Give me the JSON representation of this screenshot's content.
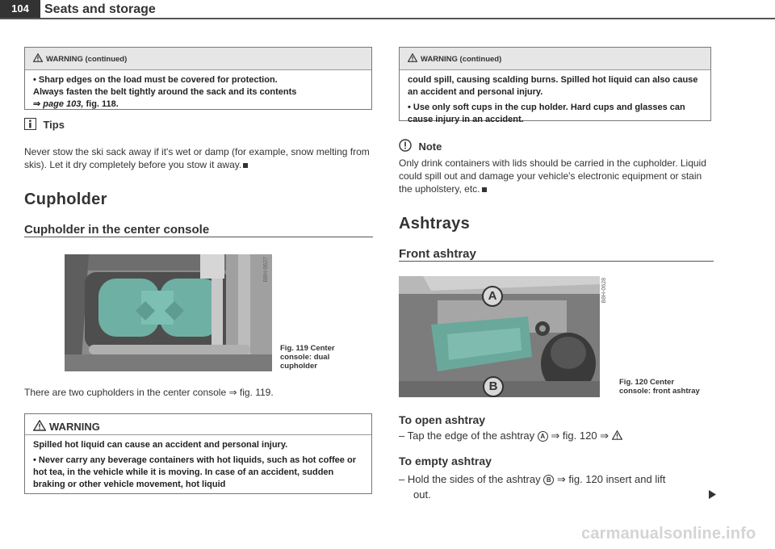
{
  "header": {
    "page_number": "104",
    "section_title": "Seats and storage"
  },
  "left": {
    "warning_cont": {
      "title": "WARNING (continued)",
      "line1": "• Sharp edges on the load must be covered for protection.",
      "line2": "Always fasten the belt tightly around the sack and its contents",
      "line3_arrow": "⇒",
      "line3_ref": "page 103,",
      "line3_fig": "fig. 118."
    },
    "tips": {
      "heading": "Tips",
      "text": "Never stow the ski sack away if it's wet or damp (for example, snow melting from skis). Let it dry completely before you stow it away."
    },
    "cupholder": {
      "heading": "Cupholder",
      "subheading": "Cupholder in the center console",
      "fig_code": "B8H-0627",
      "fig_caption_1": "Fig. 119  Center",
      "fig_caption_2": "console: dual",
      "fig_caption_3": "cupholder",
      "text": "There are two cupholders in the center console ⇒ fig. 119."
    },
    "warning": {
      "title": "WARNING",
      "line1": "Spilled hot liquid can cause an accident and personal injury.",
      "line2": "• Never carry any beverage containers with hot liquids, such as hot coffee or hot tea, in the vehicle while it is moving. In case of an accident, sudden braking or other vehicle movement, hot liquid"
    }
  },
  "right": {
    "warning_cont": {
      "title": "WARNING (continued)",
      "line1": "could spill, causing scalding burns. Spilled hot liquid can also cause an accident and personal injury.",
      "line2": "• Use only soft cups in the cup holder. Hard cups and glasses can cause injury in an accident."
    },
    "note": {
      "heading": "Note",
      "text": "Only drink containers with lids should be carried in the cupholder. Liquid could spill out and damage your vehicle's electronic equipment or stain the upholstery, etc."
    },
    "ashtrays": {
      "heading": "Ashtrays",
      "subheading": "Front ashtray",
      "fig_code": "B8H-0628",
      "fig_caption_1": "Fig. 120  Center",
      "fig_caption_2": "console: front ashtray",
      "label_a": "A",
      "label_b": "B",
      "open_heading": "To open ashtray",
      "open_text_1": "–  Tap the edge of the ashtray",
      "open_text_2": "⇒ fig. 120 ⇒",
      "empty_heading": "To empty ashtray",
      "empty_text_1": "–  Hold the sides of the ashtray",
      "empty_text_2": "⇒ fig. 120 insert and lift",
      "empty_text_3": "out."
    }
  },
  "watermark": "carmanualsonline.info"
}
